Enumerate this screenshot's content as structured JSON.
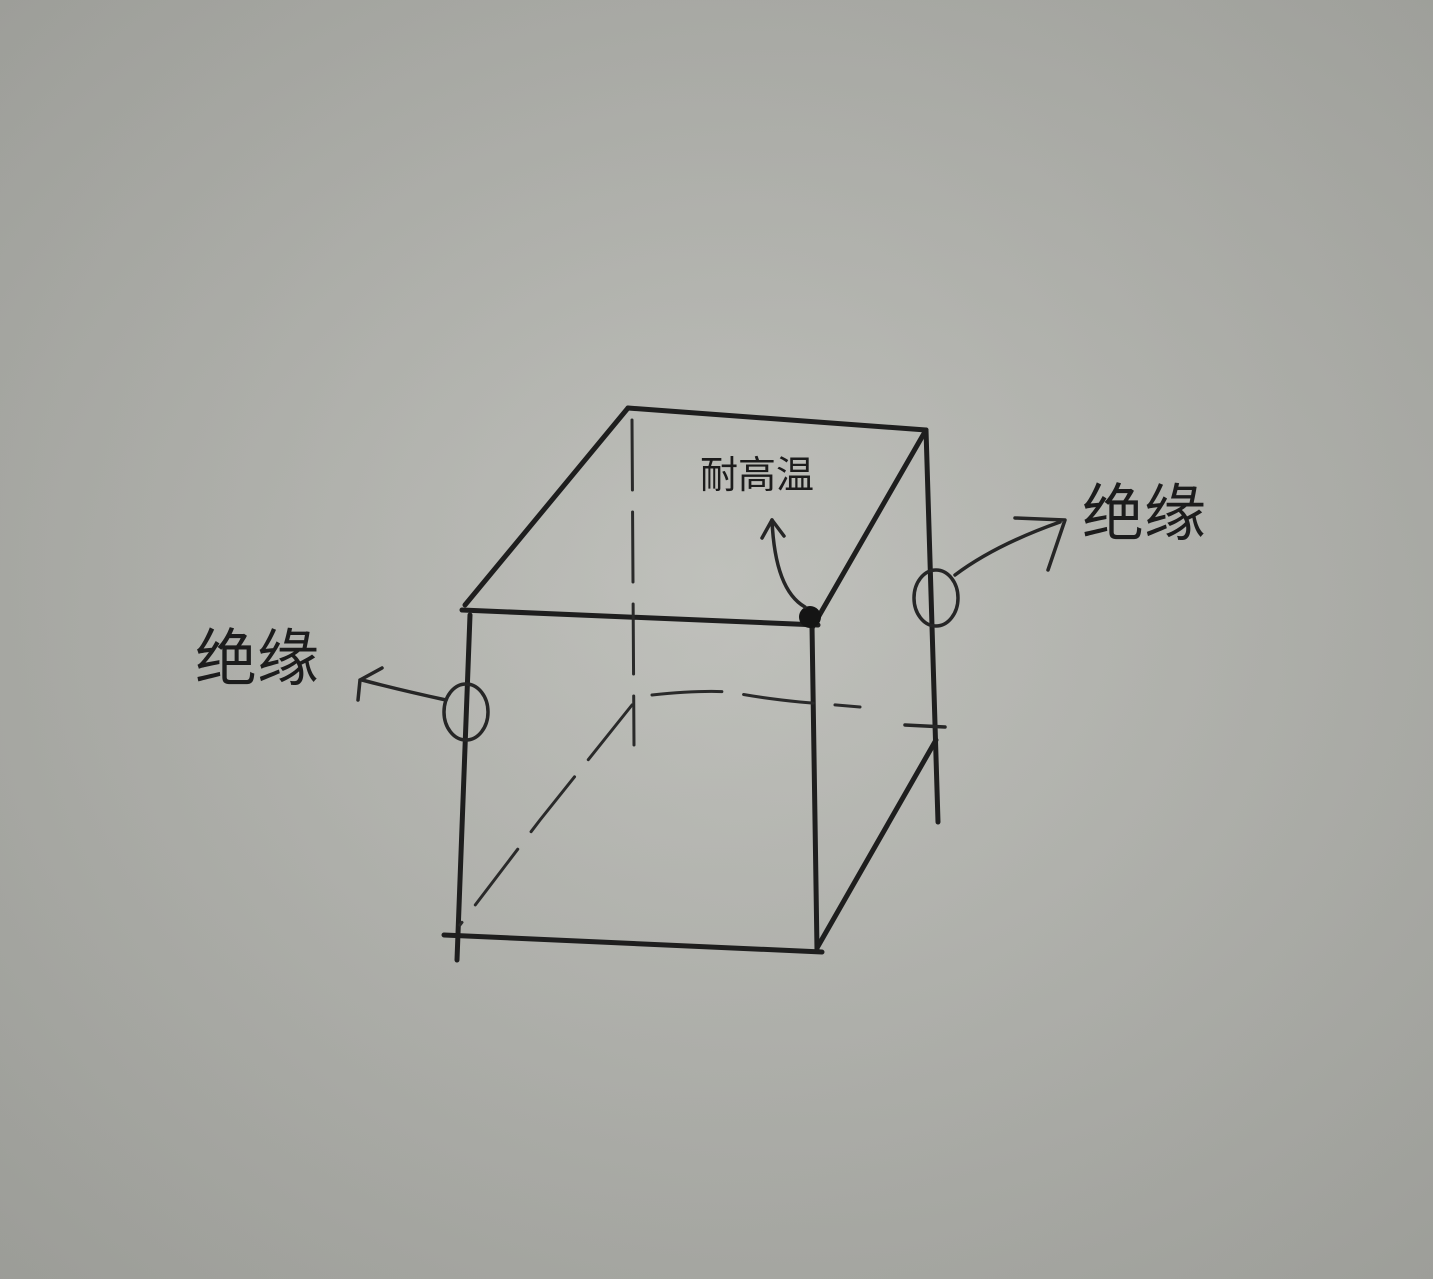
{
  "diagram": {
    "labels": {
      "left": "绝缘",
      "right": "绝缘",
      "top": "耐高温"
    },
    "colors": {
      "paper": "#b1b2ad",
      "ink": "#1e1e1e"
    }
  }
}
